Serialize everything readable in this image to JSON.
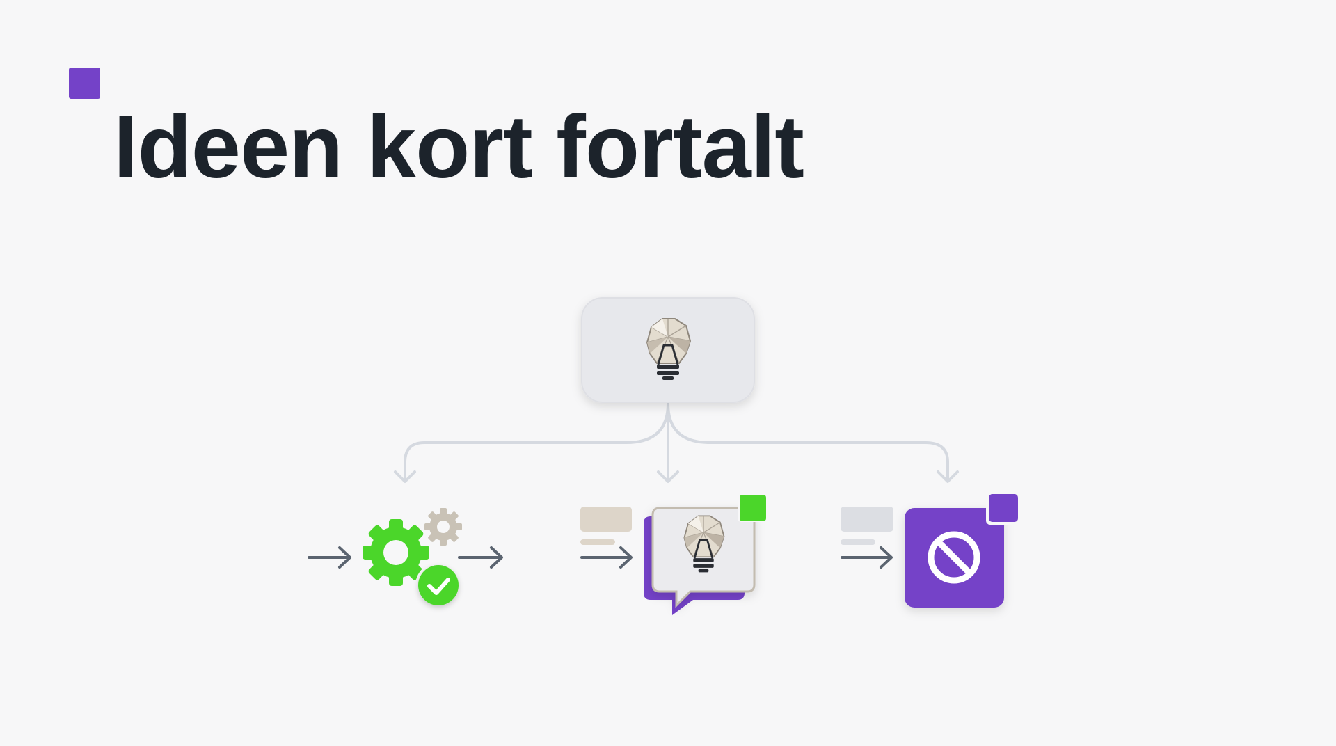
{
  "title": "Ideen kort fortalt",
  "colors": {
    "accent_purple": "#7442c8",
    "accent_green": "#4bd62a",
    "title_text": "#1c232b",
    "connector": "#d5d9e0",
    "arrow": "#5b6470",
    "card_background": "#e7e8ec",
    "bulb_beige": "#d8d0c4",
    "background": "#f7f7f8"
  },
  "diagram": {
    "root": {
      "icon": "lightbulb-icon"
    },
    "branches": [
      {
        "icon": "gear-check-icon",
        "badge": "check-icon",
        "status_color": "#4bd62a"
      },
      {
        "icon": "speech-bubble-lightbulb-icon",
        "badge": "green-square",
        "status_color": "#4bd62a"
      },
      {
        "icon": "prohibited-icon",
        "badge": "purple-square",
        "status_color": "#7442c8"
      }
    ]
  }
}
